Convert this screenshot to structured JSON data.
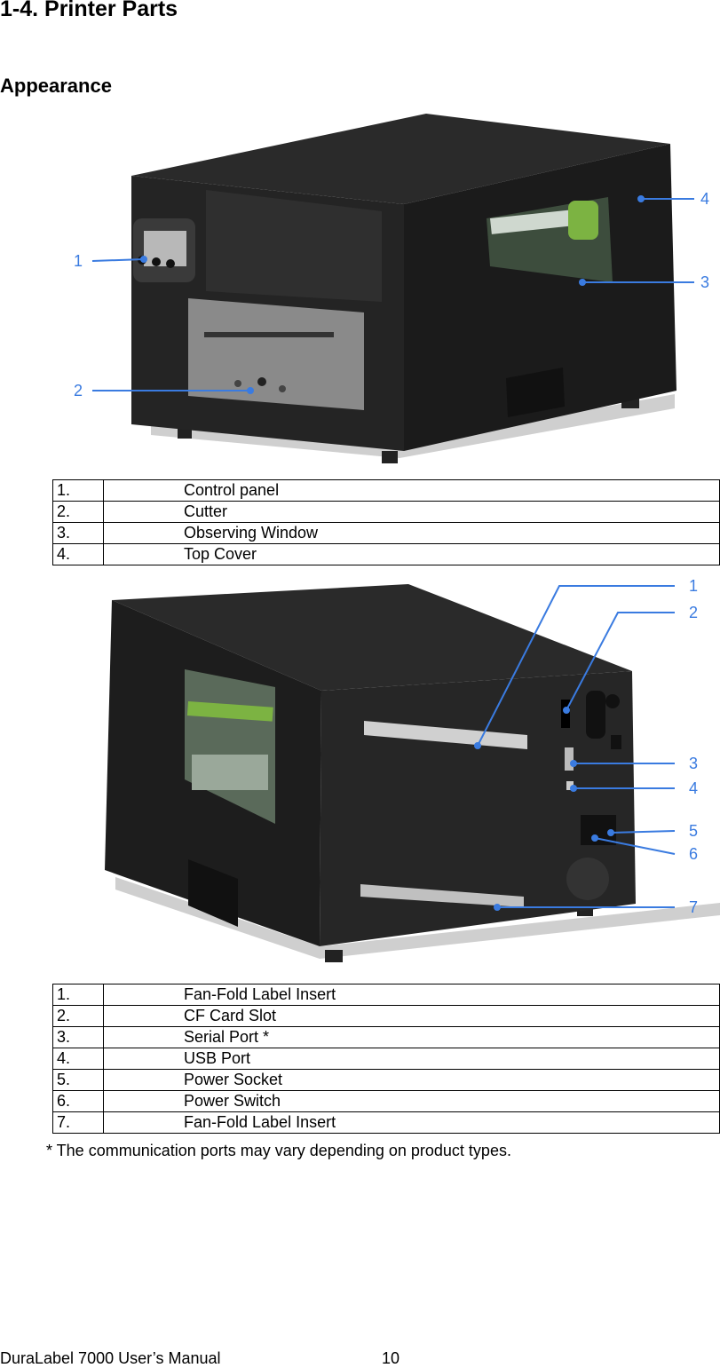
{
  "heading": "1-4. Printer Parts",
  "subheading": "Appearance",
  "front_view": {
    "callouts": [
      "1",
      "2",
      "3",
      "4"
    ],
    "parts": [
      {
        "num": "1.",
        "label": "Control panel"
      },
      {
        "num": "2.",
        "label": "Cutter"
      },
      {
        "num": "3.",
        "label": "Observing Window"
      },
      {
        "num": "4.",
        "label": "Top Cover"
      }
    ]
  },
  "rear_view": {
    "callouts": [
      "1",
      "2",
      "3",
      "4",
      "5",
      "6",
      "7"
    ],
    "parts": [
      {
        "num": "1.",
        "label": "Fan-Fold Label Insert"
      },
      {
        "num": "2.",
        "label": "CF Card Slot"
      },
      {
        "num": "3.",
        "label": "Serial Port *"
      },
      {
        "num": "4.",
        "label": "USB Port"
      },
      {
        "num": "5.",
        "label": "Power Socket"
      },
      {
        "num": "6.",
        "label": "Power Switch"
      },
      {
        "num": "7.",
        "label": "Fan-Fold Label Insert"
      }
    ]
  },
  "note": "* The communication ports may vary depending on product types.",
  "footer": {
    "manual": "DuraLabel 7000 User’s Manual",
    "page": "10"
  },
  "colors": {
    "callout": "#3a7be0",
    "body": "#1e1e1e",
    "accent_green": "#8bc34a"
  }
}
